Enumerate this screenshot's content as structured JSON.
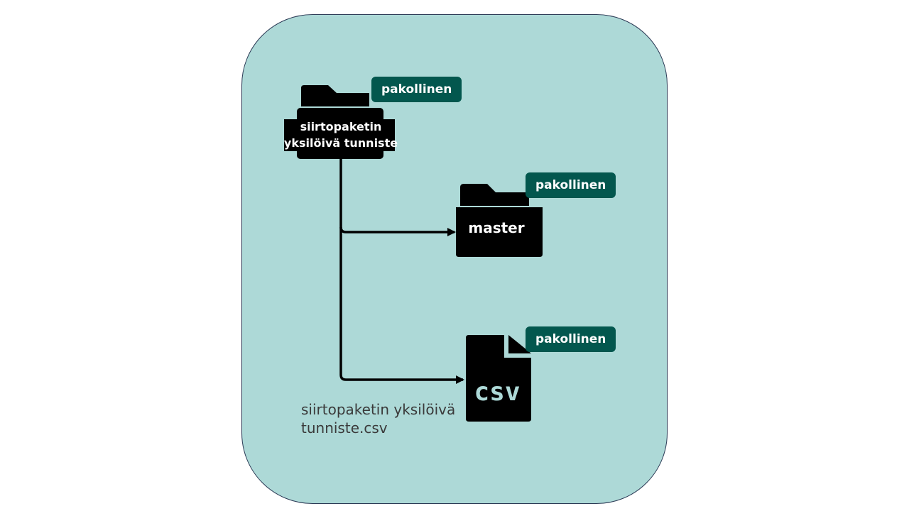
{
  "root_folder": {
    "label_line1": "siirtopaketin",
    "label_line2": "yksilöivä tunniste",
    "badge": "pakollinen",
    "icon": "folder-icon"
  },
  "master_folder": {
    "label": "master",
    "badge": "pakollinen",
    "icon": "folder-icon"
  },
  "csv_file": {
    "icon_text": "csv",
    "caption_line1": "siirtopaketin yksilöivä",
    "caption_line2": "tunniste.csv",
    "badge": "pakollinen",
    "icon": "csv-file-icon"
  },
  "colors": {
    "panel": "#add9d7",
    "badge": "#03574e",
    "icon": "#000000"
  }
}
